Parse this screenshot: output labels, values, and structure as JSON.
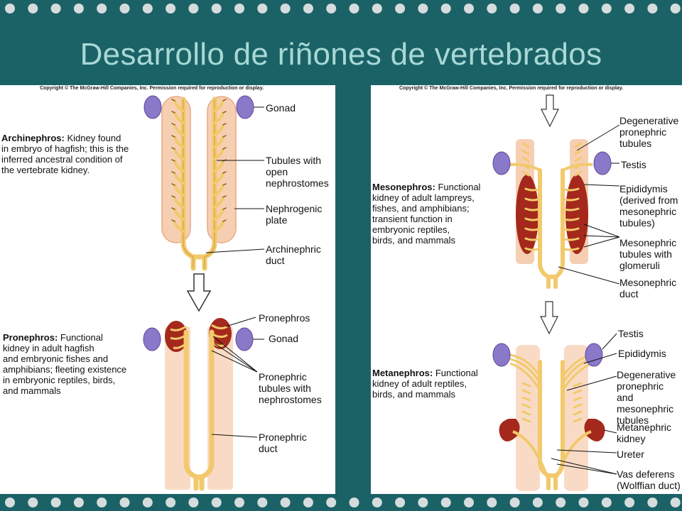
{
  "slide": {
    "title": "Desarrollo de riñones de vertebrados",
    "copyright": "Copyright © The McGraw-Hill Companies, Inc. Permission required for reproduction or display."
  },
  "left": {
    "archinephros": {
      "term": "Archinephros:",
      "desc": " Kidney found\nin embryo of hagfish; this is the\ninferred ancestral condition of\nthe vertebrate kidney."
    },
    "pronephros": {
      "term": "Pronephros:",
      "desc": " Functional\nkidney in adult hagfish\nand embryonic fishes and\namphibians; fleeting existence\nin embryonic reptiles, birds,\nand mammals"
    },
    "labels": {
      "gonad_top": "Gonad",
      "tubules": "Tubules with\nopen\nnephrostomes",
      "nephrogenic": "Nephrogenic\nplate",
      "archinephric_duct": "Archinephric\nduct",
      "pronephros": "Pronephros",
      "gonad_bottom": "Gonad",
      "pronephric_tubules": "Pronephric\ntubules with\nnephrostomes",
      "pronephric_duct": "Pronephric\nduct"
    }
  },
  "right": {
    "mesonephros": {
      "term": "Mesonephros:",
      "desc": " Functional\nkidney of adult lampreys,\nfishes, and amphibians;\ntransient function in\nembryonic reptiles,\nbirds, and mammals"
    },
    "metanephros": {
      "term": "Metanephros:",
      "desc": " Functional\nkidney of adult reptiles,\nbirds, and mammals"
    },
    "labels": {
      "degen_pro": "Degenerative\npronephric\ntubules",
      "testis_top": "Testis",
      "epididymis_top": "Epididymis\n(derived from\nmesonephric\ntubules)",
      "meso_tubules": "Mesonephric\ntubules with\nglomeruli",
      "meso_duct": "Mesonephric\nduct",
      "testis_bottom": "Testis",
      "epididymis_bottom": "Epididymis",
      "degen_pro_meso": "Degenerative\npronephric and\nmesonephric\ntubules",
      "metanephric_kidney": "Metanephric\nkidney",
      "ureter": "Ureter",
      "vas_deferens": "Vas deferens\n(Wolffian duct)"
    }
  },
  "colors": {
    "background": "#1b6266",
    "title": "#a8d8d6",
    "dot": "#d6dcdd",
    "tissue_light": "#f6cfb2",
    "tissue_dark": "#a4291c",
    "duct": "#f2c96b",
    "gonad": "#8a78c8"
  }
}
